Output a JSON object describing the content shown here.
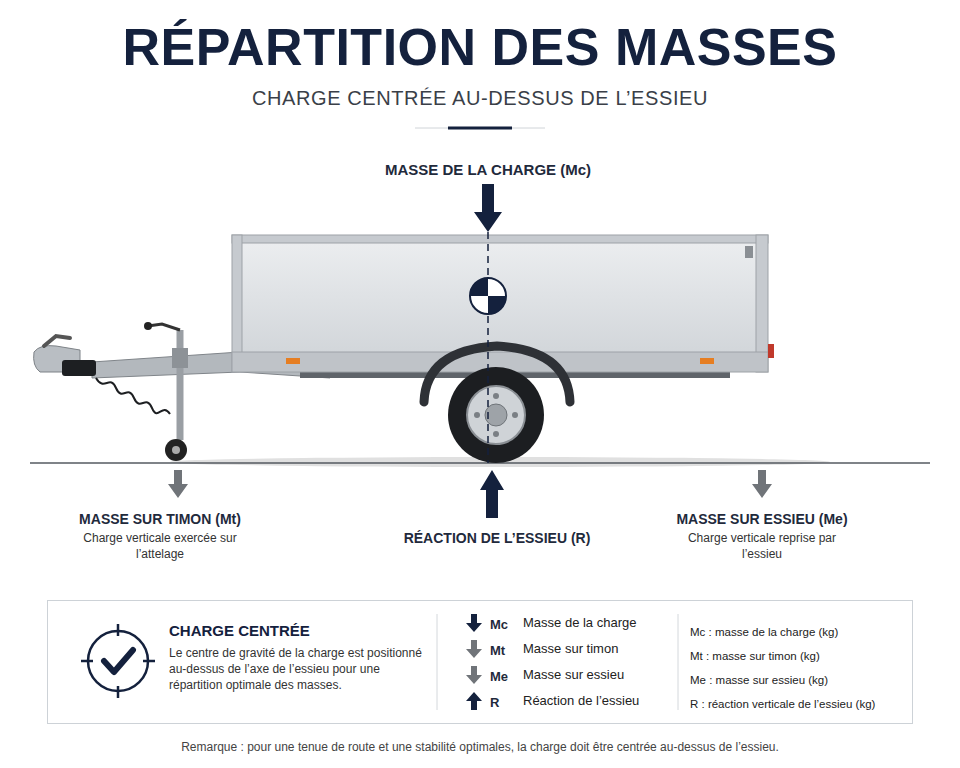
{
  "diagram": {
    "title": "RÉPARTITION DES MASSES",
    "caption": "Remarque : pour une tenue de route et une stabilité optimales, la charge doit être centrée au-dessus de l’essieu.",
    "nodes": [
      {
        "text": [
          "CHARGE CENTRÉE",
          "Le centre de gravité de la charge est positionné au-dessus de l’axe de l’essieu pour une répartition optimale des masses."
        ]
      }
    ],
    "labels": [
      "CHARGE CENTRÉE AU-DESSUS DE L’ESSIEU",
      "MASSE DE LA CHARGE (Mc)",
      "MASSE SUR TIMON (Mt)",
      "Charge verticale exercée sur l’attelage",
      "RÉACTION DE L’ESSIEU (R)",
      "MASSE SUR ESSIEU (Me)",
      "Charge verticale reprise par l’essieu",
      "Mc",
      "Mt",
      "Me",
      "R",
      "Mc : masse de la charge (kg)",
      "Mt : masse sur timon (kg)",
      "Me : masse sur essieu (kg)",
      "R : réaction verticale de l’essieu (kg)"
    ],
    "legend": [
      {
        "text": "Masse de la charge"
      },
      {
        "text": "Masse sur timon"
      },
      {
        "text": "Masse sur essieu"
      },
      {
        "text": "Réaction de l’essieu"
      }
    ]
  }
}
